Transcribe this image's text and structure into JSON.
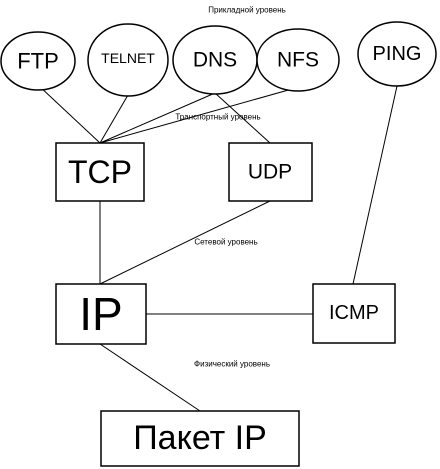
{
  "layers": {
    "application": "Прикладной уровень",
    "transport": "Транспортный уровень",
    "network": "Сетевой уровень",
    "physical": "Физический уровень"
  },
  "nodes": {
    "ftp": "FTP",
    "telnet": "TELNET",
    "dns": "DNS",
    "nfs": "NFS",
    "ping": "PING",
    "tcp": "TCP",
    "udp": "UDP",
    "ip": "IP",
    "icmp": "ICMP",
    "packet": "Пакет IP"
  },
  "edges": [
    [
      "ftp",
      "tcp"
    ],
    [
      "telnet",
      "tcp"
    ],
    [
      "dns",
      "tcp"
    ],
    [
      "nfs",
      "tcp"
    ],
    [
      "dns",
      "udp"
    ],
    [
      "ping",
      "icmp"
    ],
    [
      "tcp",
      "ip"
    ],
    [
      "udp",
      "ip"
    ],
    [
      "ip",
      "icmp"
    ],
    [
      "ip",
      "packet"
    ]
  ]
}
